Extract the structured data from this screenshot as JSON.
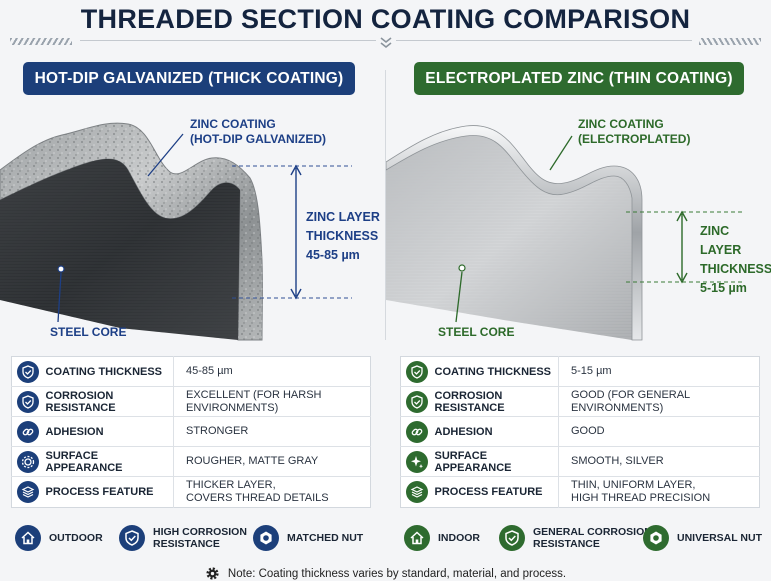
{
  "title": "THREADED SECTION COATING COMPARISON",
  "left": {
    "header": "HOT-DIP GALVANIZED (THICK COATING)",
    "coating_label_1": "ZINC COATING",
    "coating_label_2": "(HOT-DIP GALVANIZED)",
    "layer_1": "ZINC LAYER",
    "layer_2": "THICKNESS",
    "layer_3": "45-85 µm",
    "core": "STEEL CORE",
    "rows": [
      {
        "icon": "shield-icon",
        "name": "COATING THICKNESS",
        "value": "45-85 µm"
      },
      {
        "icon": "shield-icon",
        "name": "CORROSION RESISTANCE",
        "value": "EXCELLENT (FOR HARSH ENVIRONMENTS)"
      },
      {
        "icon": "link-icon",
        "name": "ADHESION",
        "value": "STRONGER"
      },
      {
        "icon": "gear-icon",
        "name": "SURFACE APPEARANCE",
        "value": "ROUGHER, MATTE GRAY"
      },
      {
        "icon": "layers-icon",
        "name": "PROCESS FEATURE",
        "value_1": "THICKER LAYER,",
        "value_2": "COVERS THREAD DETAILS"
      }
    ],
    "features": [
      {
        "icon": "house-icon",
        "label_1": "OUTDOOR",
        "label_2": ""
      },
      {
        "icon": "shield-icon",
        "label_1": "HIGH CORROSION",
        "label_2": "RESISTANCE"
      },
      {
        "icon": "nut-icon",
        "label_1": "MATCHED NUT",
        "label_2": ""
      }
    ]
  },
  "right": {
    "header": "ELECTROPLATED ZINC (THIN COATING)",
    "coating_label_1": "ZINC COATING",
    "coating_label_2": "(ELECTROPLATED)",
    "layer_1": "ZINC LAYER",
    "layer_2": "THICKNESS",
    "layer_3": "5-15 µm",
    "core": "STEEL CORE",
    "rows": [
      {
        "icon": "shield-icon",
        "name": "COATING THICKNESS",
        "value": "5-15 µm"
      },
      {
        "icon": "shield-icon",
        "name": "CORROSION RESISTANCE",
        "value": "GOOD (FOR GENERAL ENVIRONMENTS)"
      },
      {
        "icon": "link-icon",
        "name": "ADHESION",
        "value": "GOOD"
      },
      {
        "icon": "sparkle-icon",
        "name": "SURFACE APPEARANCE",
        "value": "SMOOTH, SILVER"
      },
      {
        "icon": "layers-icon",
        "name": "PROCESS FEATURE",
        "value_1": "THIN, UNIFORM LAYER,",
        "value_2": "HIGH THREAD PRECISION"
      }
    ],
    "features": [
      {
        "icon": "house-icon",
        "label_1": "INDOOR",
        "label_2": ""
      },
      {
        "icon": "shield-icon",
        "label_1": "GENERAL CORROSION",
        "label_2": "RESISTANCE"
      },
      {
        "icon": "nut-icon",
        "label_1": "UNIVERSAL NUT",
        "label_2": ""
      }
    ]
  },
  "note": "Note:  Coating thickness varies by standard, material, and process.",
  "colors": {
    "blue": "#1c3f7a",
    "green": "#2e6b2f",
    "background": "#f4f5f7"
  }
}
